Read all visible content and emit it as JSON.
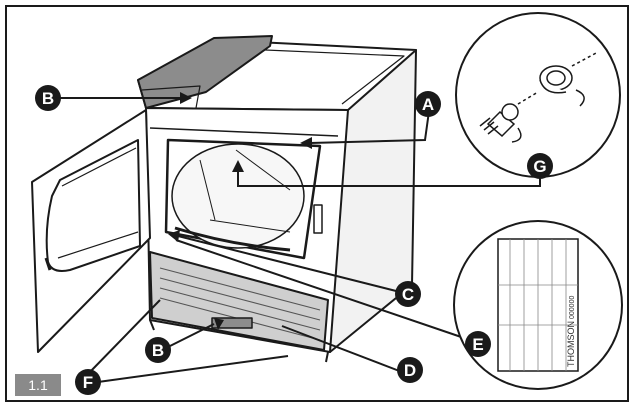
{
  "figure_number": "1.1",
  "callouts": {
    "a": "A",
    "b_top": "B",
    "b_bottom": "B",
    "c": "C",
    "d": "D",
    "e": "E",
    "f": "F",
    "g": "G"
  },
  "rating_plate": {
    "brand": "THOMSON",
    "code": "000000"
  },
  "colors": {
    "outline": "#1a1a1a",
    "label_fill": "#1a1a1a",
    "label_text": "#ffffff",
    "water_tank": "#8c8c8c",
    "plinth": "#cfcfcf",
    "figure_badge": "#8a8a8a"
  }
}
